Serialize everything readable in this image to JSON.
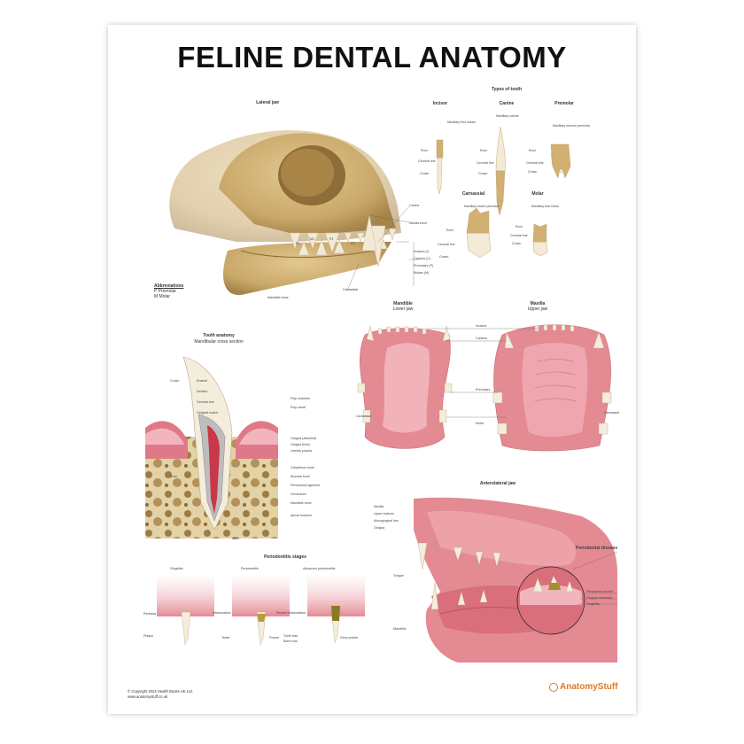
{
  "title": "FELINE DENTAL ANATOMY",
  "lateral_jaw": {
    "heading": "Lateral jaw",
    "labels": [
      "Canine",
      "Maxilla bone",
      "Carnassial",
      "Mandible bone",
      "Incisors (I)",
      "Canines (C)",
      "Premolars (P)",
      "Molars (M)",
      "P4",
      "M1",
      "P2",
      "P3"
    ],
    "abbreviations_heading": "Abbreviations",
    "abbreviations": [
      "P Premolar",
      "M Molar"
    ]
  },
  "types_of_tooth": {
    "heading": "Types of tooth",
    "types": [
      {
        "name": "Incisor",
        "labels": [
          "Maxillary first incisor",
          "Root",
          "Cervical line",
          "Crown"
        ]
      },
      {
        "name": "Canine",
        "labels": [
          "Maxillary canine",
          "Root",
          "Cervical line",
          "Crown"
        ]
      },
      {
        "name": "Premolar",
        "labels": [
          "Maxillary second premolar",
          "Root",
          "Cervical line",
          "Crown"
        ]
      },
      {
        "name": "Carnassial",
        "labels": [
          "Maxillary fourth premolar",
          "Root",
          "Cervical line",
          "Crown"
        ]
      },
      {
        "name": "Molar",
        "labels": [
          "Maxillary first molar",
          "Root",
          "Cervical line",
          "Crown"
        ]
      }
    ]
  },
  "tooth_anatomy": {
    "heading": "Tooth anatomy",
    "subheading": "Mandibular cross section",
    "left_labels": [
      "Crown",
      "Root"
    ],
    "labels": [
      "Enamel",
      "Dentine",
      "Cervical line",
      "Gingival sulcus",
      "Pulp chamber",
      "Pulp canal",
      "Gingiva (attached)",
      "Gingiva (free)",
      "Lamina propria",
      "Cancellous bone",
      "Alveolar bone",
      "Periodontal ligament",
      "Cementum",
      "Mandible bone",
      "Apical foramen",
      "Apex"
    ]
  },
  "mandible": {
    "heading": "Mandible",
    "subheading": "Lower jaw"
  },
  "maxilla": {
    "heading": "Maxilla",
    "subheading": "Upper jaw"
  },
  "jaw_labels": [
    "Incisors",
    "Canines",
    "Premolars",
    "Carnassial",
    "Molar"
  ],
  "periodontitis": {
    "heading": "Periodontitis stages",
    "stages": [
      {
        "name": "Gingivitis",
        "labels": [
          "Redness",
          "Plaque"
        ]
      },
      {
        "name": "Periodontitis",
        "labels": [
          "Inflammation",
          "Tartar",
          "Pocket"
        ]
      },
      {
        "name": "Advanced periodontitis",
        "labels": [
          "Severe inflammation",
          "Tooth loss",
          "Bone loss",
          "Deep pocket"
        ]
      }
    ]
  },
  "anterolateral": {
    "heading": "Anterolateral jaw",
    "labels": [
      "Maxilla",
      "Upper incisors",
      "Mucogingival line",
      "Gingiva",
      "Tongue",
      "Mandible"
    ],
    "disease_heading": "Periodontal disease",
    "disease_labels": [
      "Periodontal pocket",
      "Gingival recession",
      "Gingivitis"
    ]
  },
  "footer": {
    "copyright": "© Copyright 2024 Health Books UK Ltd.",
    "website": "www.anatomystuff.co.uk",
    "brand": "AnatomyStuff"
  },
  "colors": {
    "bone": "#c9a86a",
    "gum": "#e38a93",
    "tooth": "#f3ead7",
    "accent": "#e07a1e"
  }
}
